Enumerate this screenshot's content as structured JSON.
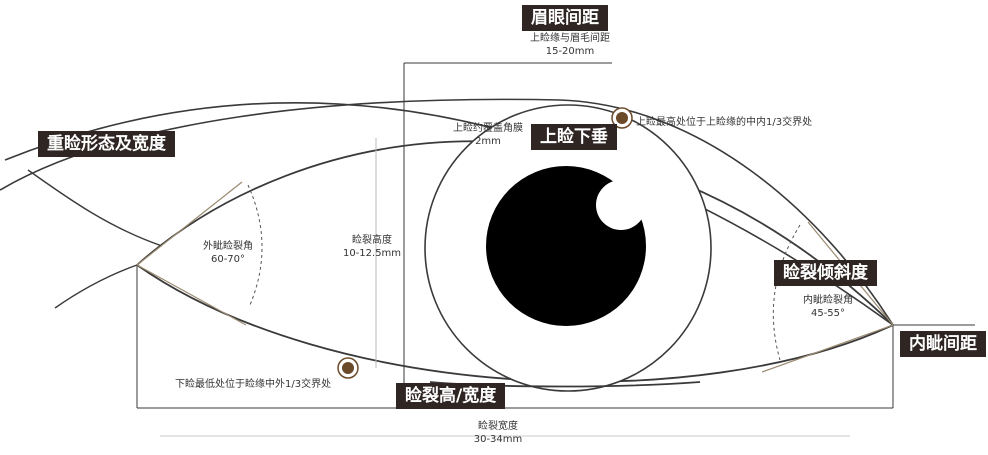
{
  "colors": {
    "label_bg": "#2f2623",
    "label_text": "#ffffff",
    "line": "#3a3a3a",
    "guide": "#9a8a70",
    "marker": "#6b4a2a",
    "pupil": "#000000"
  },
  "labels": {
    "brow_eye_distance": "眉眼间距",
    "double_lid": "重睑形态及宽度",
    "upper_lid_droop": "上睑下垂",
    "fissure_slant": "睑裂倾斜度",
    "inner_canthus_distance": "内眦间距",
    "fissure_height_width": "睑裂高/宽度"
  },
  "annotations": {
    "lid_brow_gap": "上睑缘与眉毛间距",
    "lid_brow_gap_value": "15-20mm",
    "upper_high_point": "上睑最高处位于上睑缘的中内1/3交界处",
    "cornea_cover": "上睑约覆盖角膜",
    "cornea_cover_value": "2mm",
    "outer_angle": "外眦睑裂角",
    "outer_angle_value": "60-70°",
    "fissure_height": "睑裂高度",
    "fissure_height_value": "10-12.5mm",
    "inner_angle": "内眦睑裂角",
    "inner_angle_value": "45-55°",
    "lower_low_point": "下睑最低处位于睑缘中外1/3交界处",
    "fissure_width": "睑裂宽度",
    "fissure_width_value": "30-34mm"
  }
}
